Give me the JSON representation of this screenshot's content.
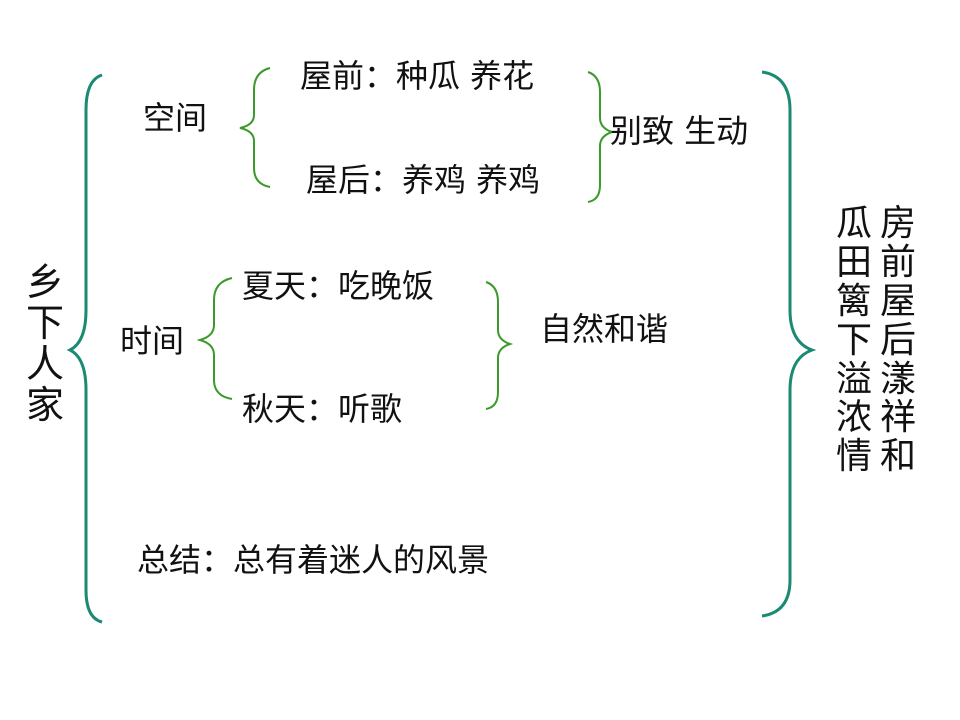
{
  "title": "乡下人家",
  "space": {
    "label": "空间",
    "front": "屋前：种瓜 养花",
    "back": "屋后：养鸡 养鸡",
    "summary": "别致 生动"
  },
  "time": {
    "label": "时间",
    "summer": "夏天：吃晚饭",
    "autumn": "秋天：听歌",
    "summary": "自然和谐"
  },
  "conclusion": "总结：总有着迷人的风景",
  "right_columns": [
    "瓜田篱下溢浓情",
    "房前屋后漾祥和"
  ],
  "colors": {
    "outer_brace": "#1a8a72",
    "inner_brace": "#3a9a2a",
    "text": "#111111"
  }
}
